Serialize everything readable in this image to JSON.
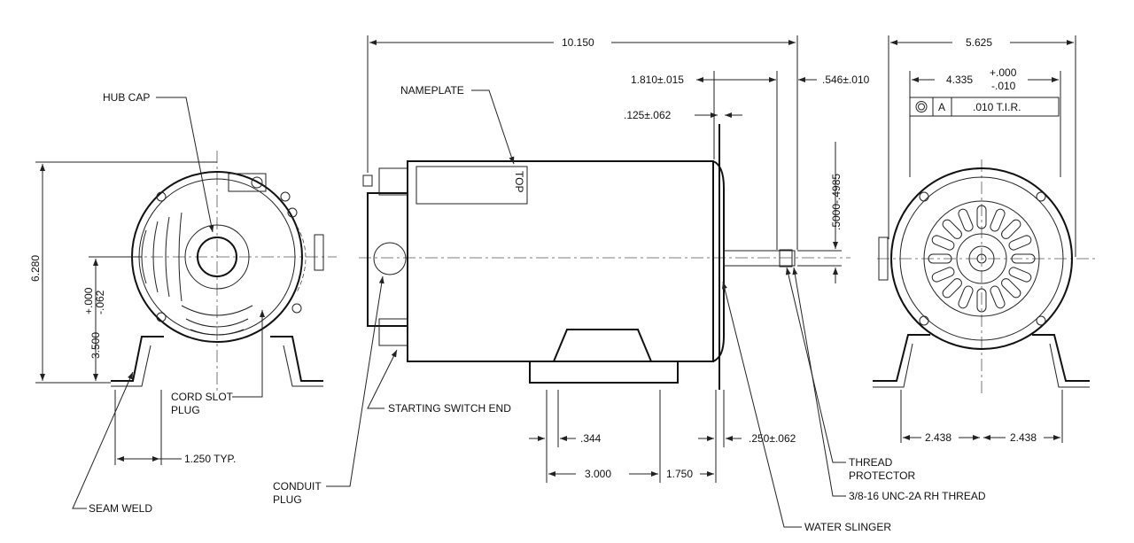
{
  "title": "Motor outline dimension drawing",
  "labels": {
    "hub_cap": "HUB CAP",
    "nameplate": "NAMEPLATE",
    "top": "TOP",
    "cord_slot_plug_1": "CORD SLOT",
    "cord_slot_plug_2": "PLUG",
    "starting_switch_end": "STARTING SWITCH END",
    "seam_weld": "SEAM WELD",
    "conduit_plug_1": "CONDUIT",
    "conduit_plug_2": "PLUG",
    "thread_protector_1": "THREAD",
    "thread_protector_2": "PROTECTOR",
    "thread": "3/8-16 UNC-2A RH THREAD",
    "water_slinger": "WATER SLINGER"
  },
  "dimensions": {
    "overall_length": "10.150",
    "shaft_ext": "1.810±.015",
    "shaft_end": ".546±.010",
    "slinger": ".125±.062",
    "overall_width": "5.625",
    "pilot": "4.335",
    "pilot_tol_plus": "+.000",
    "pilot_tol_minus": "-.010",
    "shaft_dia": ".5000-.4985",
    "height": "6.280",
    "center_height": "3.500",
    "center_tol_plus": "+.000",
    "center_tol_minus": "-.062",
    "foot_slot": ".344",
    "face_gap": ".250±.062",
    "foot_span": "3.000",
    "foot_to_face": "1.750",
    "foot_typ": "1.250 TYP.",
    "foot_half_left": "2.438",
    "foot_half_right": "2.438"
  },
  "tolerance_frame": {
    "datum": "A",
    "value": ".010 T.I.R."
  }
}
